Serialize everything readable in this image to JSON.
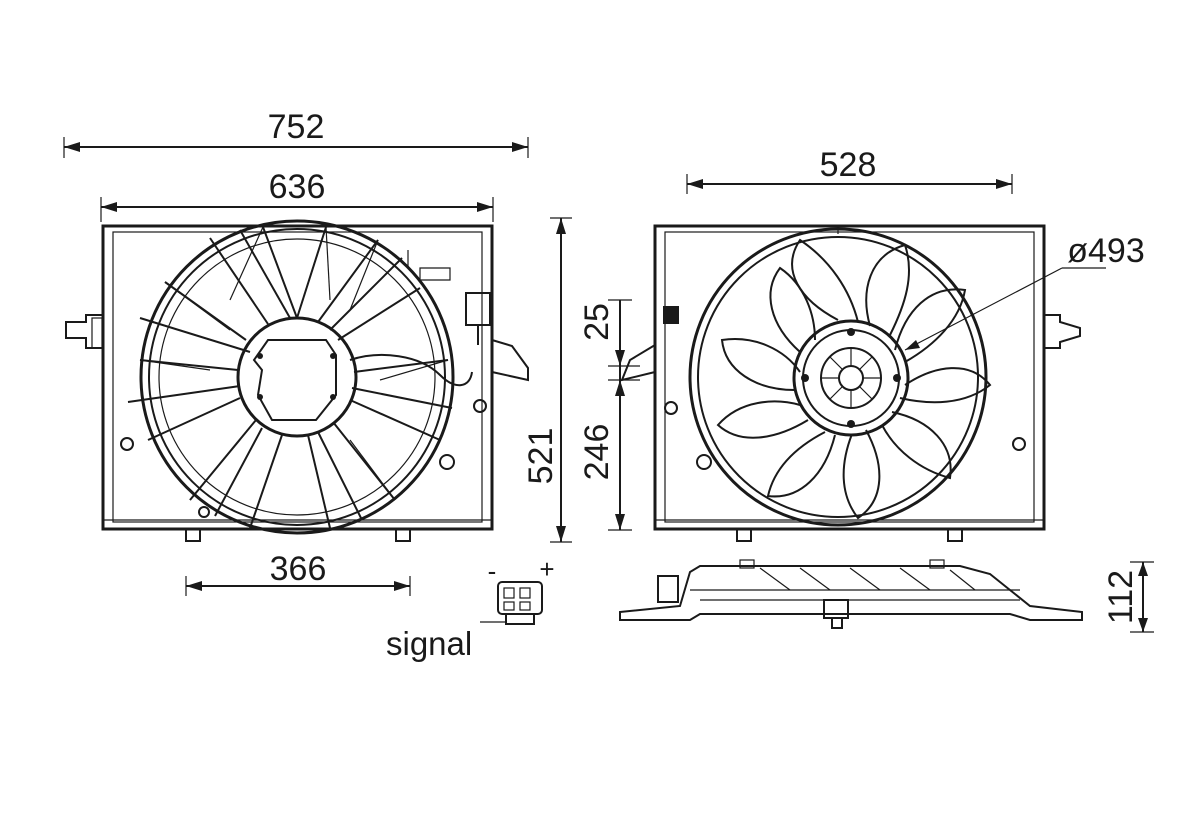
{
  "dimensions": {
    "overall_width": "752",
    "frame_width": "636",
    "mount_spacing": "366",
    "front_width": "528",
    "fan_diameter": "ø493",
    "offset_top": "25",
    "offset_height": "246",
    "frame_height": "521",
    "depth": "112"
  },
  "connector": {
    "minus": "-",
    "plus": "+",
    "signal_label": "signal"
  }
}
